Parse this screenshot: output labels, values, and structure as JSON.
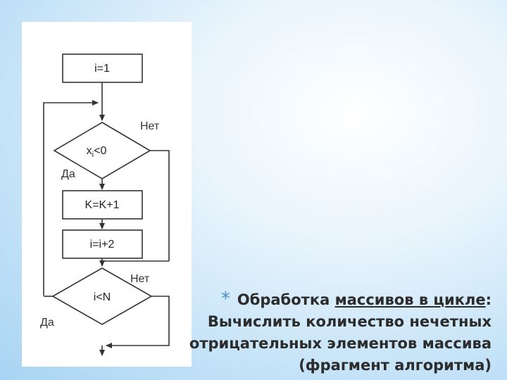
{
  "flowchart": {
    "init": "i=1",
    "cond1": "x",
    "cond1_sub": "i",
    "cond1_rest": "<0",
    "inc_k": "K=K+1",
    "inc_i": "i=i+2",
    "cond2": "i<N",
    "no_label_1": "Нет",
    "yes_label_1": "Да",
    "no_label_2": "Нет",
    "yes_label_2": "Да"
  },
  "caption": {
    "star": "*",
    "line1_pre": "Обработка ",
    "line1_link": "массивов в цикле",
    "line1_post": ":",
    "line2": "Вычислить количество нечетных",
    "line3": "отрицательных элементов массива",
    "line4": "(фрагмент алгоритма)"
  }
}
